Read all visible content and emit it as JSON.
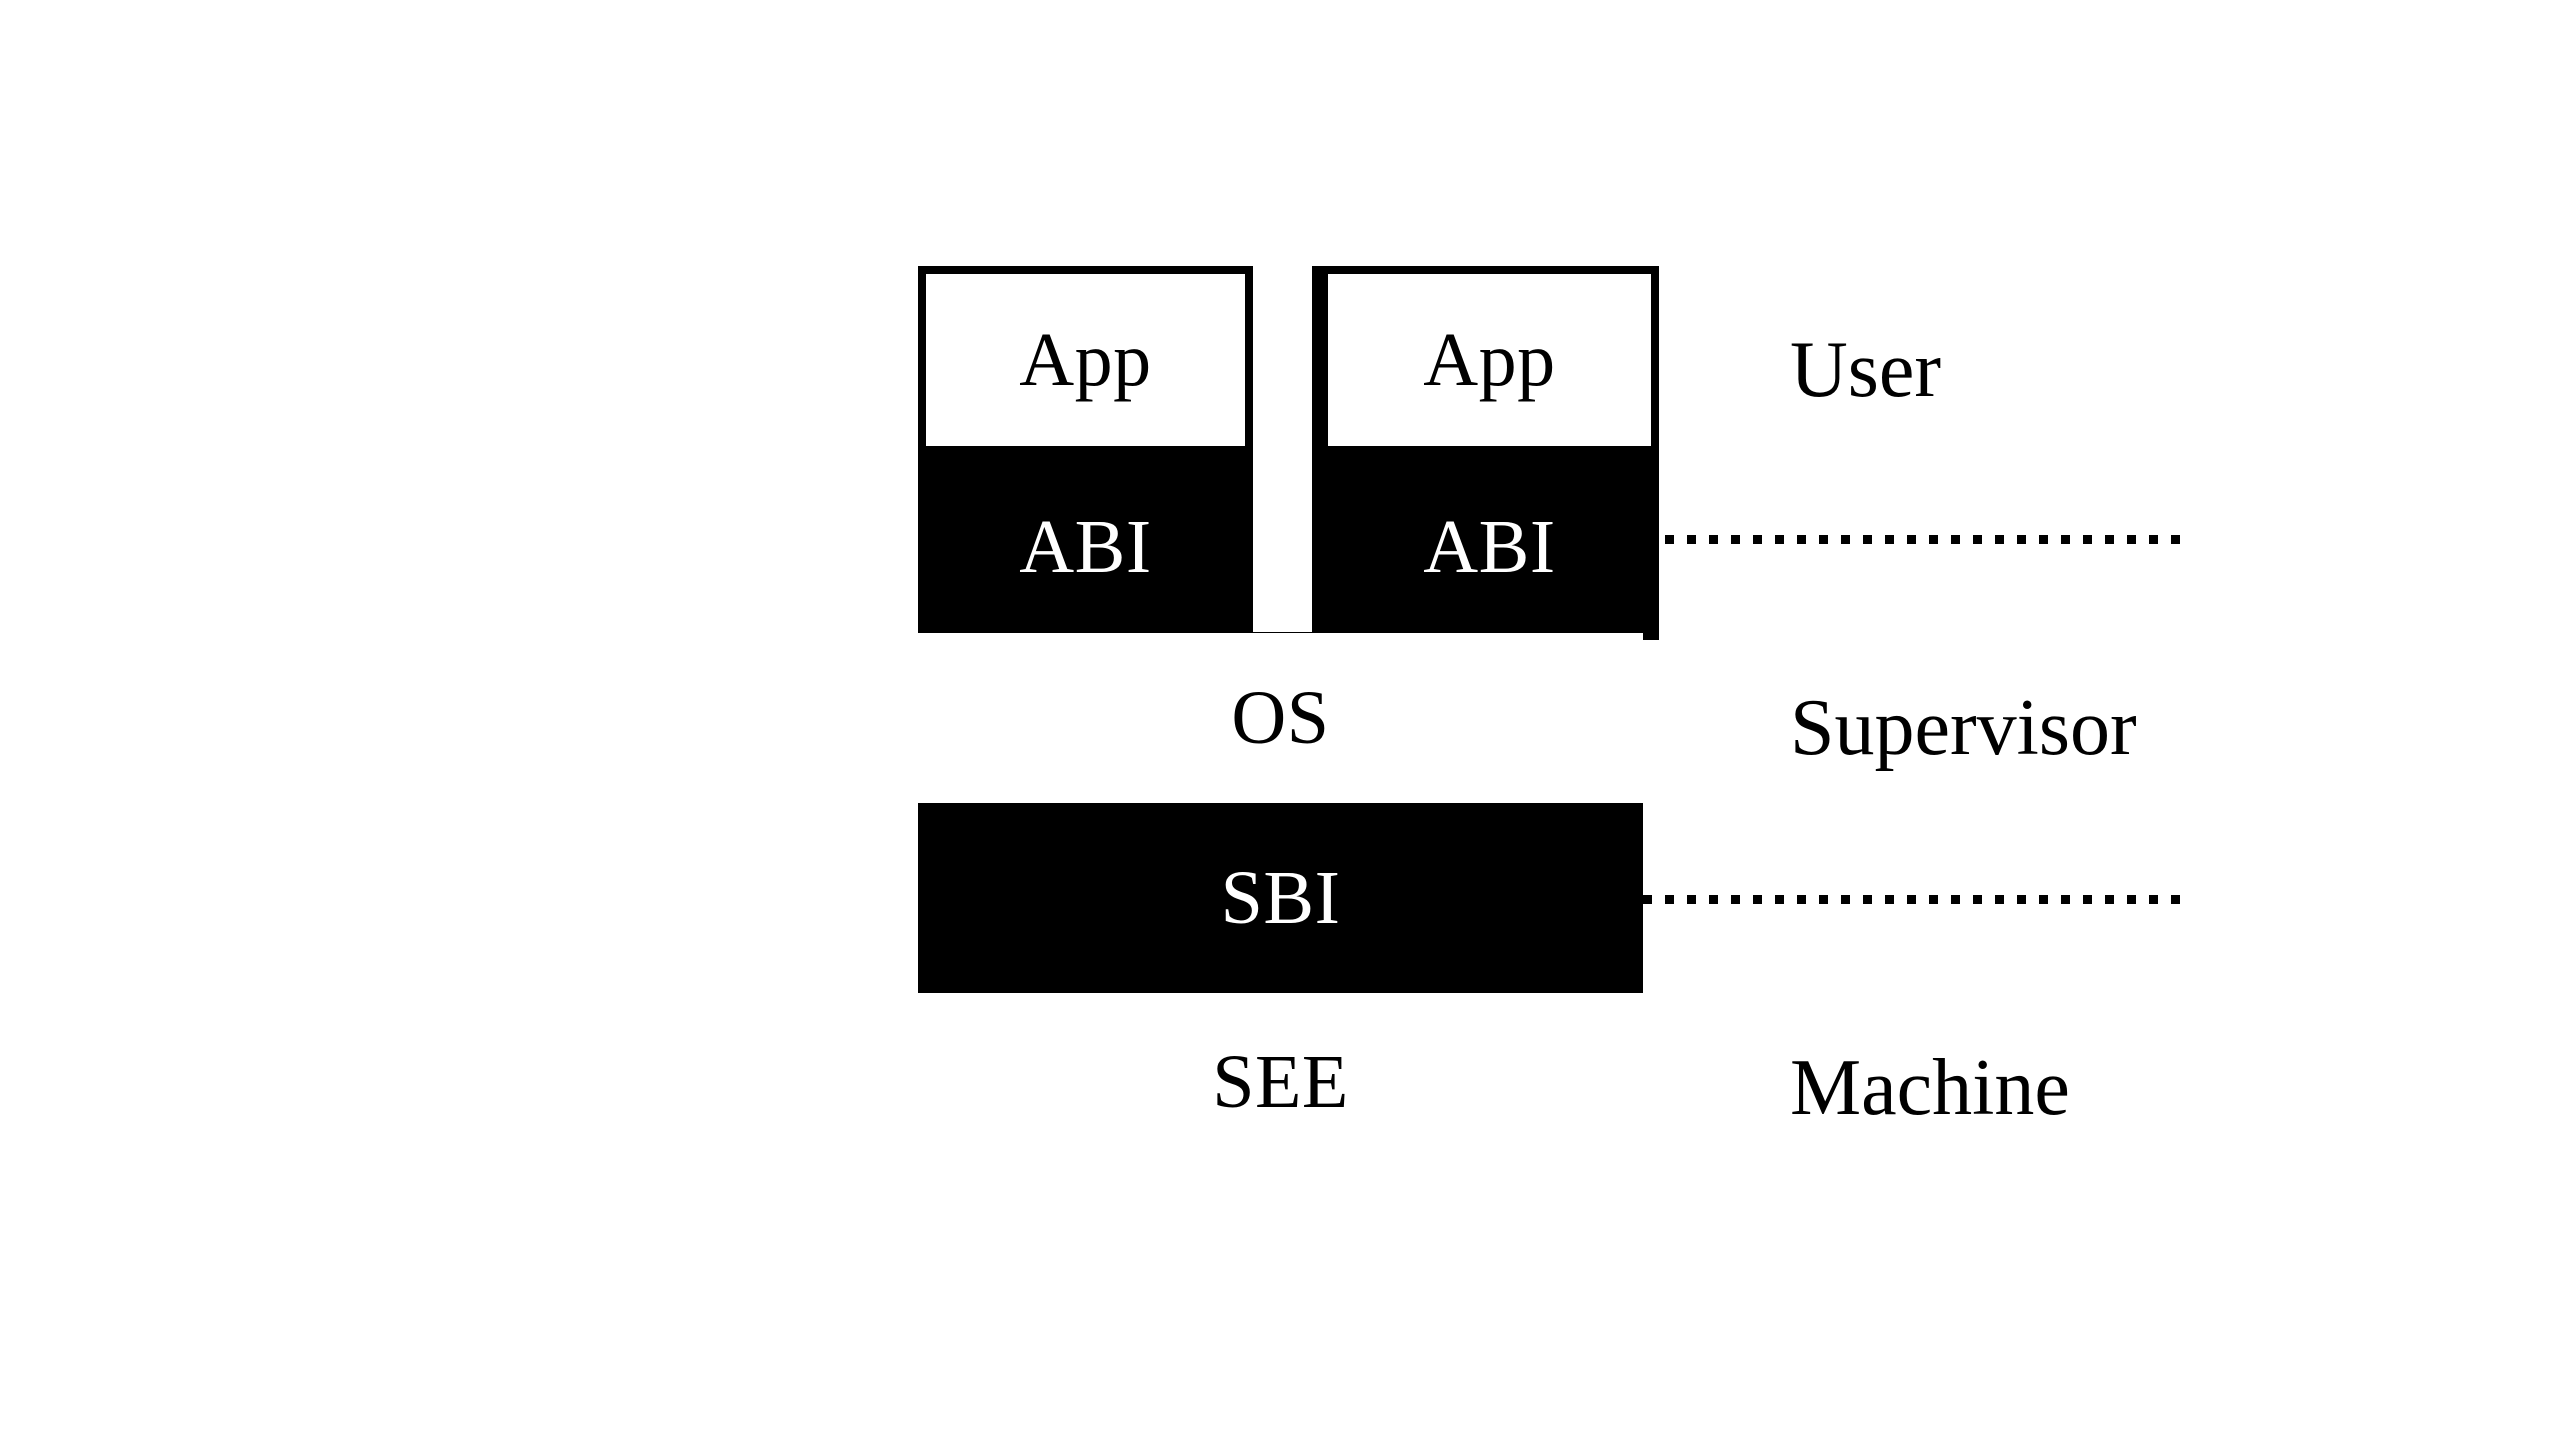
{
  "diagram": {
    "title": "RISC-V privilege / interface layering stack",
    "colors": {
      "background": "#ffffff",
      "ink": "#000000",
      "interface_band_fill": "#000000",
      "interface_band_text": "#ffffff"
    },
    "stack": {
      "app_left": {
        "label": "App",
        "style": "white"
      },
      "app_right": {
        "label": "App",
        "style": "white"
      },
      "abi_left": {
        "label": "ABI",
        "style": "black"
      },
      "abi_right": {
        "label": "ABI",
        "style": "black"
      },
      "os": {
        "label": "OS",
        "style": "white"
      },
      "sbi": {
        "label": "SBI",
        "style": "black"
      },
      "see": {
        "label": "SEE",
        "style": "white"
      }
    },
    "modes": {
      "user": "User",
      "supervisor": "Supervisor",
      "machine": "Machine"
    },
    "boundaries": [
      {
        "name": "abi-boundary",
        "style": "dotted"
      },
      {
        "name": "sbi-boundary",
        "style": "dotted"
      }
    ]
  }
}
